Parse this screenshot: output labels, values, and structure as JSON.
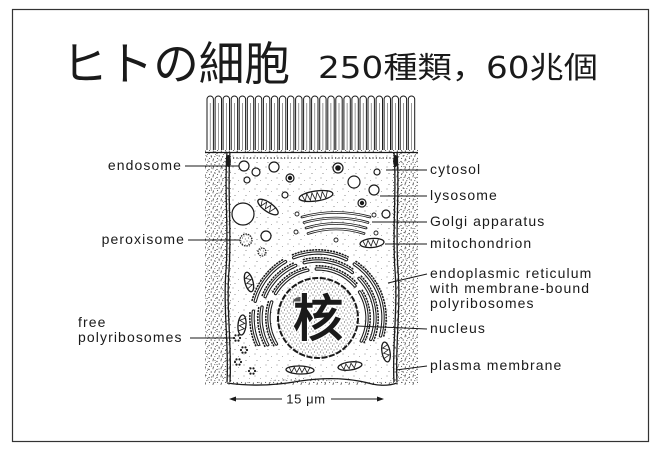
{
  "slide": {
    "title": "ヒトの細胞",
    "subtitle": "250種類，60兆個"
  },
  "diagram": {
    "nucleus_mark": "核",
    "labels_left": {
      "endosome": "endosome",
      "peroxisome": "peroxisome",
      "free_polyribosomes": [
        "free",
        "polyribosomes"
      ]
    },
    "labels_right": {
      "cytosol": "cytosol",
      "lysosome": "lysosome",
      "golgi": "Golgi apparatus",
      "mitochondrion": "mitochondrion",
      "er": [
        "endoplasmic reticulum",
        "with membrane-bound",
        "polyribosomes"
      ],
      "nucleus": "nucleus",
      "plasma_membrane": "plasma membrane"
    },
    "scale_bar": "15 μm"
  },
  "colors": {
    "ink": "#1a1a1a",
    "background": "#ffffff"
  }
}
